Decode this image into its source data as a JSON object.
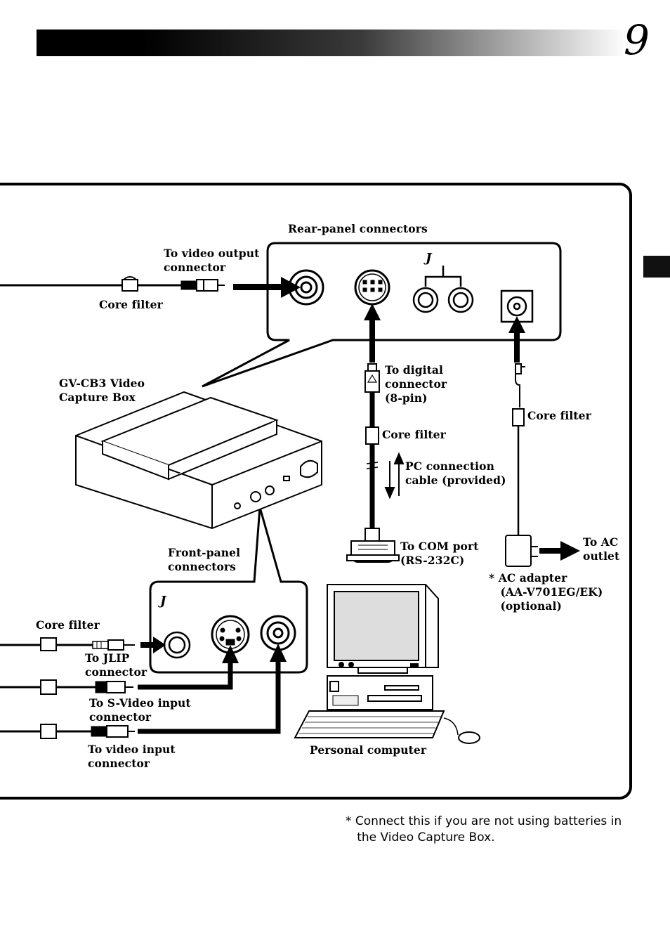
{
  "page": {
    "number": "9"
  },
  "labels": {
    "rear_panel": "Rear-panel connectors",
    "video_output": "To video output\nconnector",
    "core_filter_top": "Core filter",
    "capture_box": "GV-CB3 Video\nCapture Box",
    "digital_connector": "To digital\nconnector\n(8-pin)",
    "core_filter_mid": "Core filter",
    "pc_cable": "PC connection\ncable (provided)",
    "core_filter_right": "Core filter",
    "com_port": "To COM port\n(RS-232C)",
    "ac_outlet": "To AC\noutlet",
    "ac_adapter": "* AC adapter\n   (AA-V701EG/EK)\n   (optional)",
    "front_panel": "Front-panel\nconnectors",
    "core_filter_left": "Core filter",
    "jlip": "To JLIP\nconnector",
    "svideo_input": "To S-Video input\nconnector",
    "video_input": "To video input\nconnector",
    "personal_computer": "Personal computer",
    "jlip_logo_rear": "J",
    "jlip_logo_front": "J"
  },
  "footnote": "* Connect this if you are not using batteries in\n   the Video Capture Box."
}
